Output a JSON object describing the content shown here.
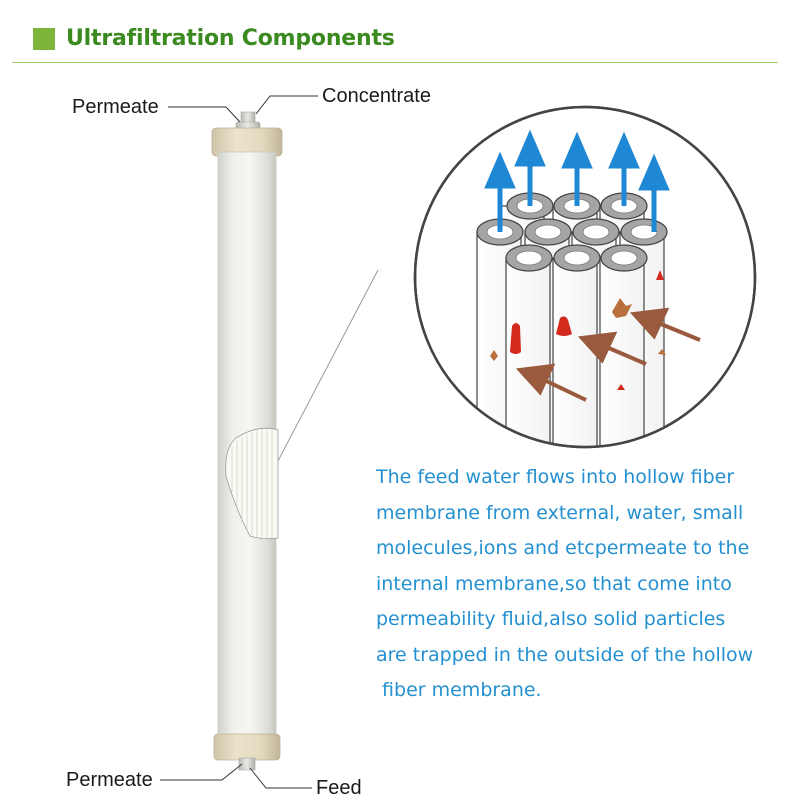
{
  "header": {
    "title": "Ultrafiltration Components"
  },
  "labels": {
    "permeate_top": "Permeate",
    "concentrate": "Concentrate",
    "permeate_bottom": "Permeate",
    "feed": "Feed"
  },
  "description": {
    "lines": [
      "The feed water flows into hollow fiber",
      "membrane from external, water, small",
      "molecules,ions and etcpermeate to the",
      "internal membrane,so that come into",
      "permeability fluid,also solid particles",
      "are trapped in the outside of the hollow",
      " fiber membrane."
    ]
  },
  "colors": {
    "title_green": "#3a8a20",
    "accent_green": "#7db43a",
    "text_blue": "#2490d0",
    "arrow_blue": "#1e88d4",
    "arrow_brown": "#9a5a3e",
    "particle_red": "#d42a1e",
    "particle_brown": "#b8703c"
  }
}
